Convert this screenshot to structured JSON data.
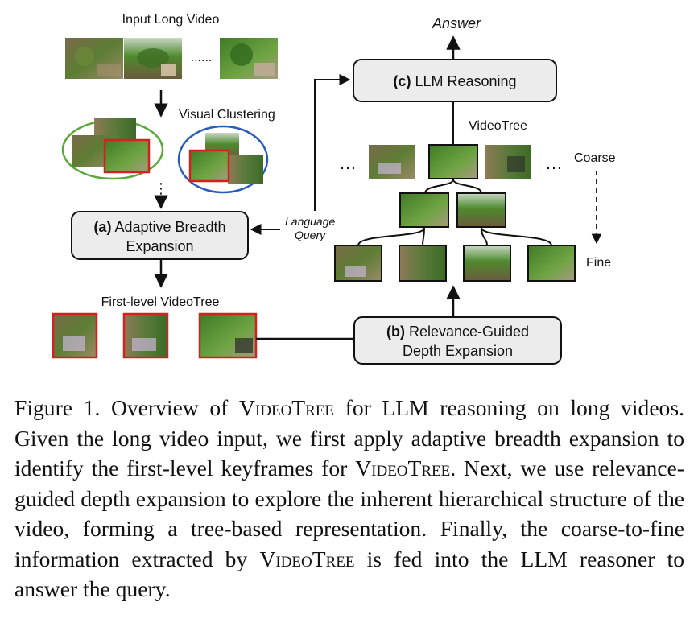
{
  "diagram": {
    "input_label": "Input Long Video",
    "input_ellipsis": "......",
    "clustering_label": "Visual Clustering",
    "clusters_ellipsis": "⋮",
    "adaptive_box": {
      "prefix": "(a)",
      "line1": "Adaptive Breadth",
      "line2": "Expansion"
    },
    "first_level_label": "First-level VideoTree",
    "language_query": {
      "line1": "Language",
      "line2": "Query"
    },
    "relevance_box": {
      "prefix": "(b)",
      "line1": "Relevance-Guided",
      "line2": "Depth Expansion"
    },
    "llm_box": {
      "prefix": "(c)",
      "label": "LLM Reasoning"
    },
    "answer_label": "Answer",
    "videotree_label": "VideoTree",
    "top_row_ellipsis": "…",
    "coarse_label": "Coarse",
    "fine_label": "Fine",
    "colors": {
      "cluster_green": "#5aa83a",
      "cluster_blue": "#2a5db8",
      "highlight_red": "#d62020",
      "box_fill": "#ececec",
      "foliage": "#4f8a2e",
      "ground": "#8a6e4b"
    }
  },
  "caption": {
    "fig": "Figure 1. Overview of ",
    "name_a": "VideoTree",
    "part1": " for LLM reasoning on long videos. Given the long video input, we first apply adaptive breadth expansion to identify the first-level keyframes for ",
    "name_b": "VideoTree",
    "part2": ". Next, we use relevance-guided depth expansion to explore the inherent hierarchical structure of the video, forming a tree-based representation. Finally, the coarse-to-fine information extracted by ",
    "name_c": "VideoTree",
    "part3": " is fed into the LLM reasoner to answer the query."
  }
}
